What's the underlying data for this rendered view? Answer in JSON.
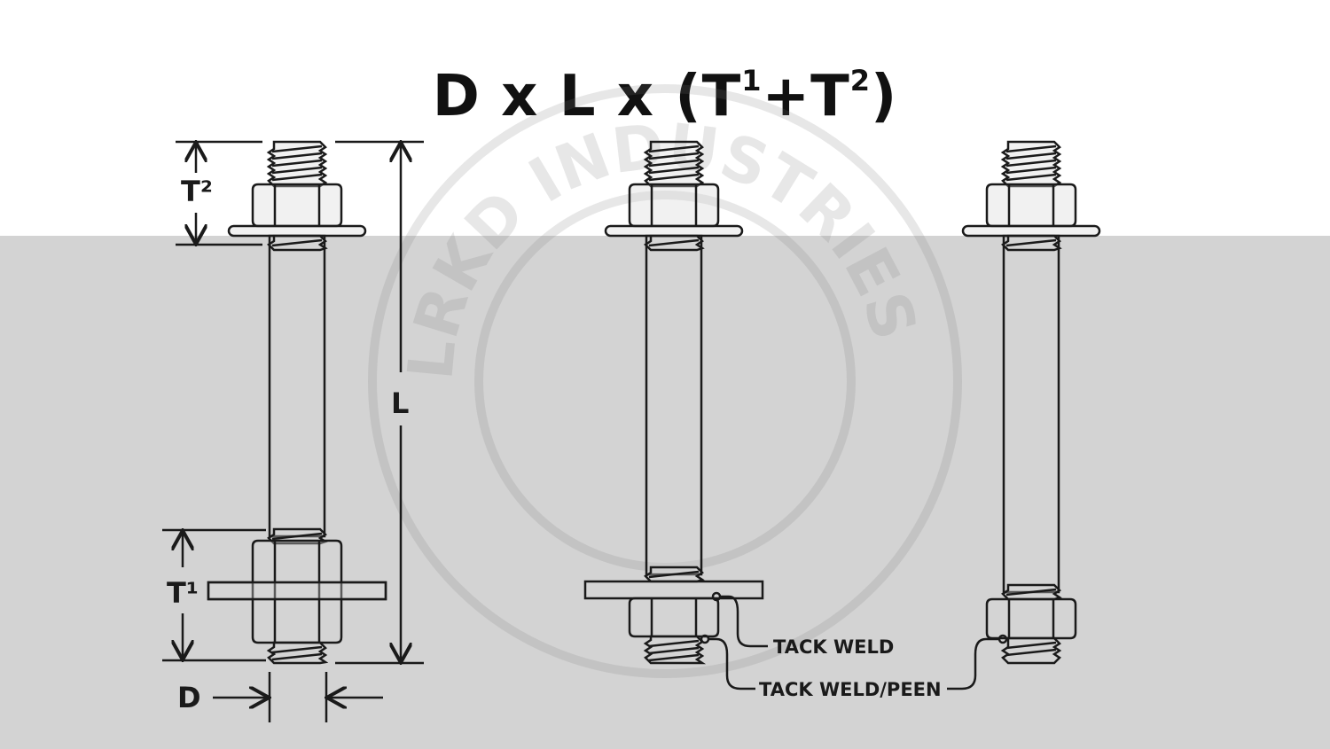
{
  "title": {
    "main": "D x L x (T",
    "sup1": "1",
    "plus": "+T",
    "sup2": "2",
    "close": ")"
  },
  "watermark": "LRKD INDUSTRIES",
  "dimensions": {
    "t2": "T²",
    "t1": "T¹",
    "l": "L",
    "d": "D"
  },
  "callouts": {
    "tack_weld": "TACK WELD",
    "tack_weld_peen": "TACK WELD/PEEN"
  },
  "colors": {
    "top_background": "#ffffff",
    "bottom_background": "#d3d3d3",
    "line": "#1a1a1a"
  }
}
